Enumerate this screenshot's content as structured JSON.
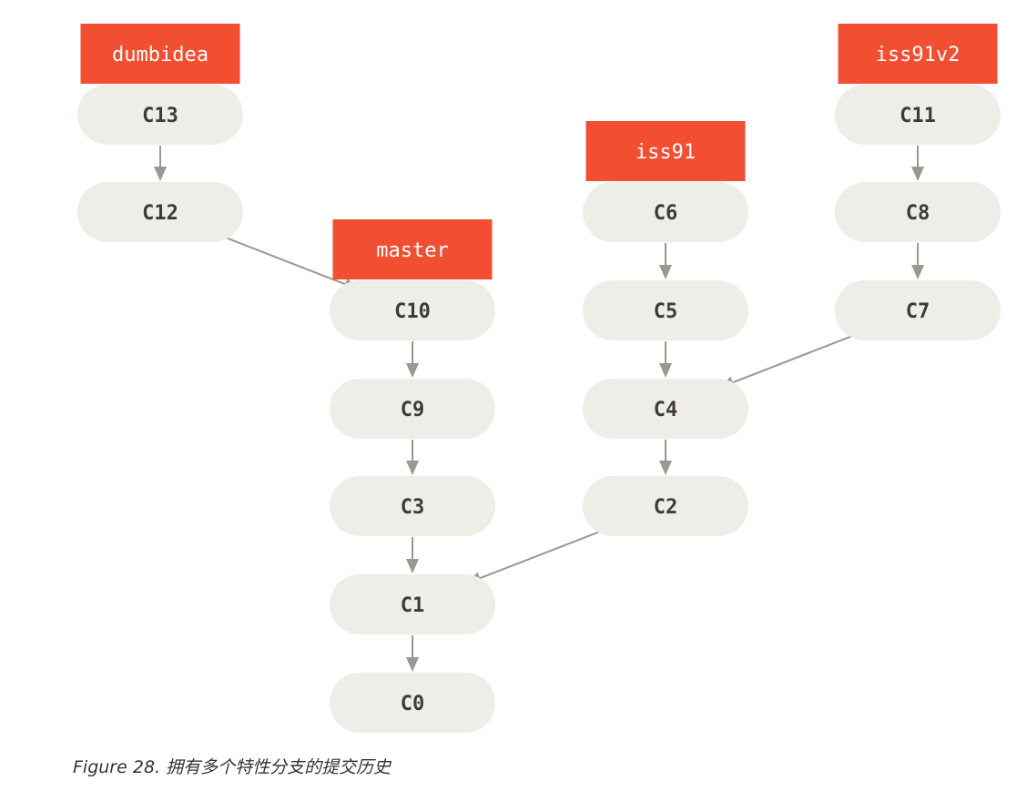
{
  "diagram": {
    "commits": [
      "C0",
      "C1",
      "C2",
      "C3",
      "C4",
      "C5",
      "C6",
      "C7",
      "C8",
      "C9",
      "C10",
      "C11",
      "C12",
      "C13"
    ],
    "branches": [
      {
        "label": "dumbidea",
        "points_to": "C13"
      },
      {
        "label": "master",
        "points_to": "C10"
      },
      {
        "label": "iss91",
        "points_to": "C6"
      },
      {
        "label": "iss91v2",
        "points_to": "C11"
      }
    ],
    "edges": [
      {
        "from": "C13",
        "to": "C12"
      },
      {
        "from": "C12",
        "to": "C10"
      },
      {
        "from": "C10",
        "to": "C9"
      },
      {
        "from": "C9",
        "to": "C3"
      },
      {
        "from": "C3",
        "to": "C1"
      },
      {
        "from": "C1",
        "to": "C0"
      },
      {
        "from": "C6",
        "to": "C5"
      },
      {
        "from": "C5",
        "to": "C4"
      },
      {
        "from": "C4",
        "to": "C2"
      },
      {
        "from": "C2",
        "to": "C1"
      },
      {
        "from": "C11",
        "to": "C8"
      },
      {
        "from": "C8",
        "to": "C7"
      },
      {
        "from": "C7",
        "to": "C4"
      }
    ],
    "colors": {
      "branch": "#f14e32",
      "commit": "#eeede8",
      "edge": "#9a9891"
    }
  },
  "caption": {
    "prefix": "Figure 28.",
    "text": "拥有多个特性分支的提交历史"
  }
}
